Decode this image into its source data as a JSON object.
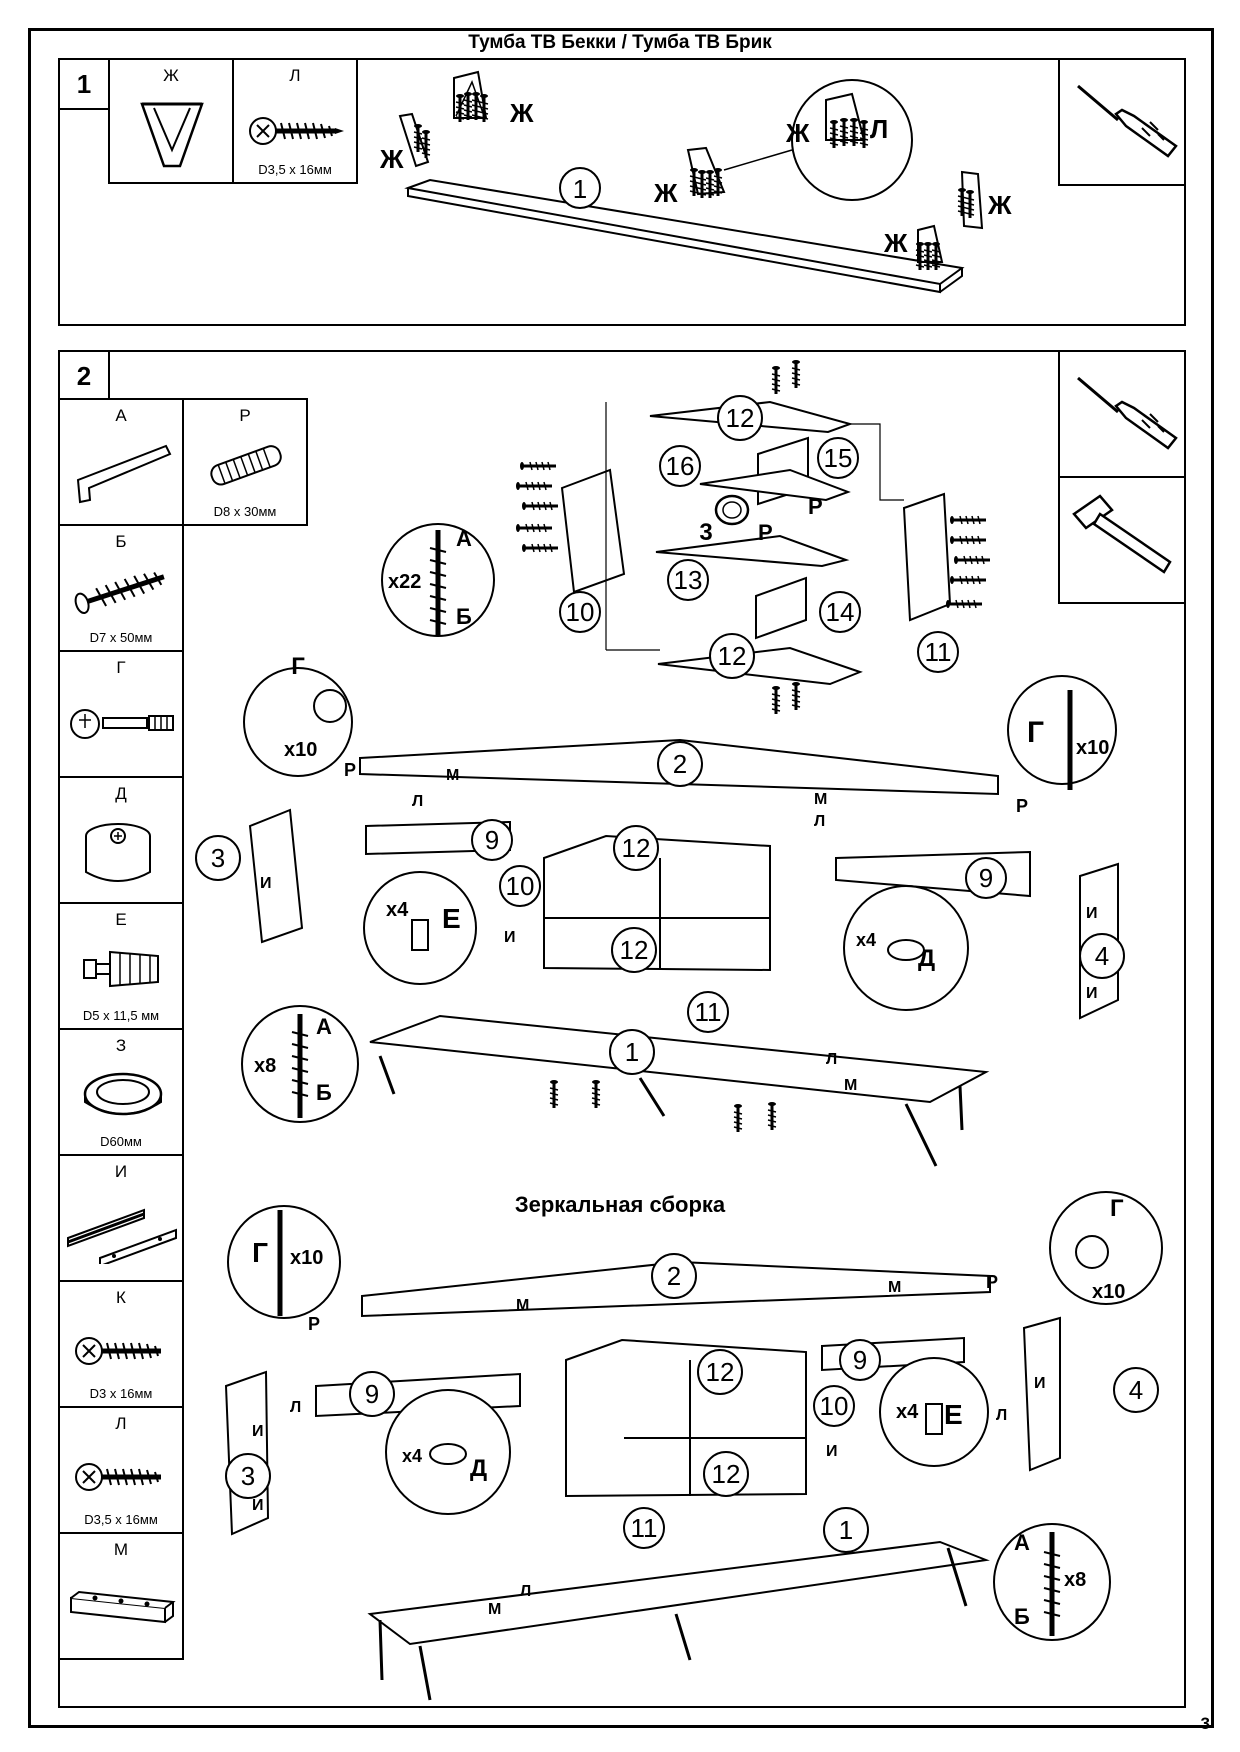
{
  "title": "Тумба ТВ Бекки  / Тумба ТВ Брик",
  "page_number": "3",
  "step1": {
    "number": "1",
    "parts": [
      {
        "letter": "Ж",
        "size": "",
        "icon": "leg-icon"
      },
      {
        "letter": "Л",
        "size": "D3,5 х 16мм",
        "icon": "screw-icon"
      }
    ],
    "callouts": {
      "part1": "1",
      "ж": "Ж",
      "л": "Л"
    }
  },
  "step2": {
    "number": "2",
    "parts": [
      {
        "letter": "А",
        "size": "",
        "icon": "hex-key-icon"
      },
      {
        "letter": "Р",
        "size": "D8 х 30мм",
        "icon": "dowel-icon"
      },
      {
        "letter": "Б",
        "size": "D7 х 50мм",
        "icon": "confirmat-screw-icon"
      },
      {
        "letter": "Г",
        "size": "",
        "icon": "cam-connector-icon"
      },
      {
        "letter": "Д",
        "size": "",
        "icon": "cam-lock-icon"
      },
      {
        "letter": "Е",
        "size": "D5 х 11,5 мм",
        "icon": "dowel-plug-icon"
      },
      {
        "letter": "З",
        "size": "D60мм",
        "icon": "grommet-icon"
      },
      {
        "letter": "И",
        "size": "",
        "icon": "slide-rail-icon"
      },
      {
        "letter": "К",
        "size": "D3 х 16мм",
        "icon": "screw-icon"
      },
      {
        "letter": "Л",
        "size": "D3,5 х 16мм",
        "icon": "screw-icon"
      },
      {
        "letter": "М",
        "size": "",
        "icon": "bracket-icon"
      }
    ],
    "top_callouts": {
      "p12a": "12",
      "p15": "15",
      "p16": "16",
      "p3": "3",
      "p13": "13",
      "p10": "10",
      "p14": "14",
      "p12b": "12",
      "p11": "11",
      "r1": "Р",
      "r2": "Р",
      "a": "А",
      "b": "Б",
      "x22": "x22"
    },
    "mid_callouts": {
      "p2": "2",
      "p3": "3",
      "p9a": "9",
      "p12a": "12",
      "p10": "10",
      "p12b": "12",
      "p11": "11",
      "p9b": "9",
      "p4": "4",
      "p1": "1",
      "x10a": "x10",
      "x10b": "x10",
      "x4e": "x4",
      "x4d": "x4",
      "x8": "x8",
      "g": "Г",
      "e": "Е",
      "d": "Д",
      "a": "А",
      "b": "Б",
      "r": "Р",
      "m": "М",
      "l": "Л",
      "i": "И"
    },
    "mirror_label": "Зеркальная сборка",
    "bottom_callouts": {
      "p2": "2",
      "p9a": "9",
      "p9b": "9",
      "p12a": "12",
      "p10": "10",
      "p12b": "12",
      "p11": "11",
      "p3": "3",
      "p4": "4",
      "p1": "1",
      "x10a": "x10",
      "x10b": "x10",
      "x4d": "x4",
      "x4e": "x4",
      "x8": "x8",
      "g": "Г",
      "e": "Е",
      "d": "Д",
      "a": "А",
      "b": "Б",
      "r": "Р",
      "m": "М",
      "l": "Л",
      "i": "И"
    }
  }
}
